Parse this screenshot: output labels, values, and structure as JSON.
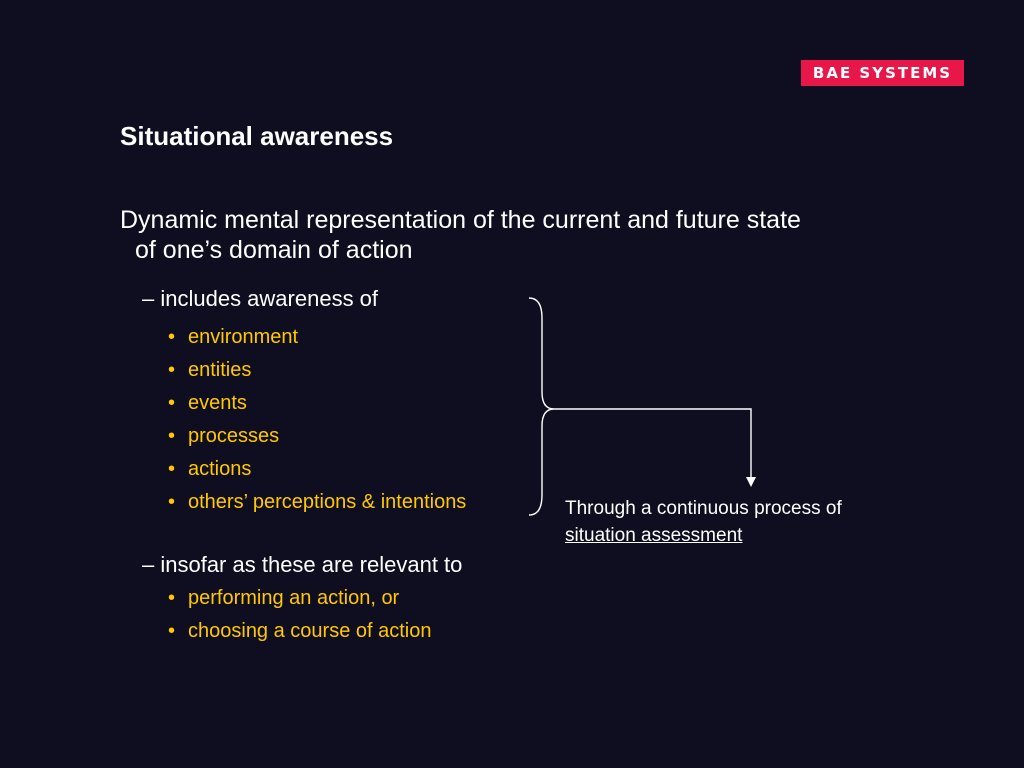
{
  "branding": {
    "logo_text": "BAE SYSTEMS",
    "logo_color": "#e8174a"
  },
  "slide": {
    "title": "Situational awareness",
    "lead_line1": "Dynamic mental representation of the current and future state",
    "lead_line2": "of one’s domain of action",
    "section1": {
      "heading": "– includes awareness of",
      "bullets": [
        "environment",
        "entities",
        "events",
        "processes",
        "actions",
        "others’ perceptions & intentions"
      ]
    },
    "section2": {
      "heading": "– insofar as these are relevant to",
      "bullets": [
        "performing an action, or",
        "choosing a course of action"
      ]
    },
    "note": {
      "line1": "Through a continuous process of",
      "line2": "situation assessment"
    },
    "colors": {
      "background": "#0f0e20",
      "text": "#ffffff",
      "bullet_text": "#ffc800"
    }
  }
}
